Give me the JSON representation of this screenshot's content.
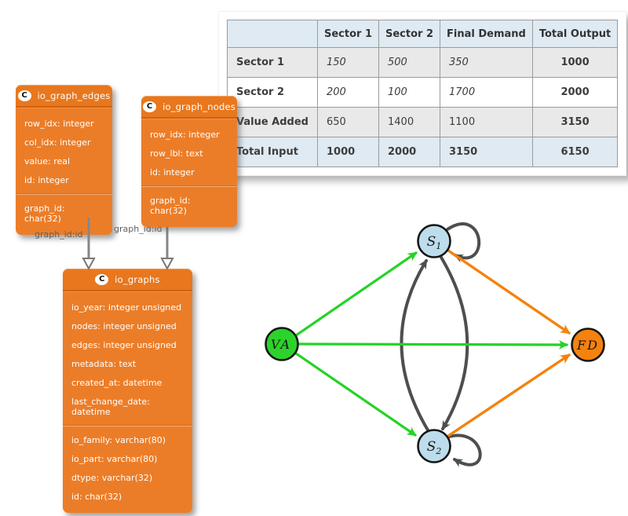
{
  "io_table": {
    "headers": [
      "",
      "Sector 1",
      "Sector 2",
      "Final Demand",
      "Total Output"
    ],
    "rows": [
      {
        "label": "Sector 1",
        "c1": "150",
        "c2": "500",
        "fd": "350",
        "total": "1000"
      },
      {
        "label": "Sector 2",
        "c1": "200",
        "c2": "100",
        "fd": "1700",
        "total": "2000"
      },
      {
        "label": "Value Added",
        "c1": "650",
        "c2": "1400",
        "fd": "1100",
        "total": "3150"
      },
      {
        "label": "Total Input",
        "c1": "1000",
        "c2": "2000",
        "fd": "3150",
        "total": "6150"
      }
    ]
  },
  "schema": {
    "badge": "C",
    "tables": {
      "edges": {
        "name": "io_graph_edges",
        "fields": [
          "row_idx: integer",
          "col_idx: integer",
          "value: real",
          "id: integer"
        ],
        "key_fields": [
          "graph_id: char(32)"
        ]
      },
      "nodes": {
        "name": "io_graph_nodes",
        "fields": [
          "row_idx: integer",
          "row_lbl: text",
          "id: integer"
        ],
        "key_fields": [
          "graph_id: char(32)"
        ]
      },
      "graphs": {
        "name": "io_graphs",
        "fields": [
          "io_year: integer unsigned",
          "nodes: integer unsigned",
          "edges: integer unsigned",
          "metadata: text",
          "created_at: datetime",
          "last_change_date: datetime"
        ],
        "key_fields": [
          "io_family: varchar(80)",
          "io_part: varchar(80)",
          "dtype: varchar(32)",
          "id: char(32)"
        ]
      }
    },
    "relations": {
      "edges_to_graphs": "graph_id:id",
      "nodes_to_graphs": "graph_id:id"
    }
  },
  "graph": {
    "nodes": {
      "va": {
        "label": "VA",
        "fill": "#2bd32b"
      },
      "s1": {
        "label": "S",
        "sub": "1",
        "fill": "#bddcec"
      },
      "s2": {
        "label": "S",
        "sub": "2",
        "fill": "#bddcec"
      },
      "fd": {
        "label": "FD",
        "fill": "#f5820e"
      }
    },
    "edge_colors": {
      "value_added": "#25d325",
      "final_demand": "#f5820e",
      "intermediate": "#4e4e4e"
    }
  },
  "colors": {
    "accent_orange_text": "#f2a42f",
    "accent_red_text": "#ec1414",
    "accent_green_text": "#2e9b35",
    "entity_box_orange": "#ec7d28",
    "entity_header_orange": "#e8771d",
    "table_header_blue": "#dfeaf2",
    "table_stripe_gray": "#e9e9e9",
    "relation_arrow_gray": "#868686"
  }
}
